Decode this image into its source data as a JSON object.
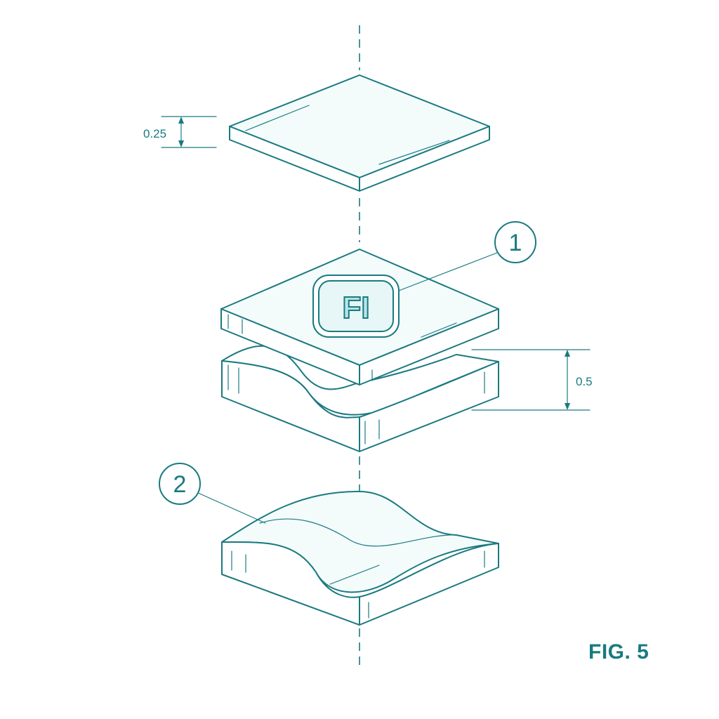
{
  "figure": {
    "label": "FIG. 5",
    "dimensions": {
      "top_plate_thickness": "0.25",
      "middle_assembly_height": "0.5"
    },
    "callouts": {
      "one": "1",
      "two": "2"
    },
    "logo_text": "FI"
  },
  "colors": {
    "line": "#1a7a80",
    "logo_fill": "#b9e6e8"
  }
}
